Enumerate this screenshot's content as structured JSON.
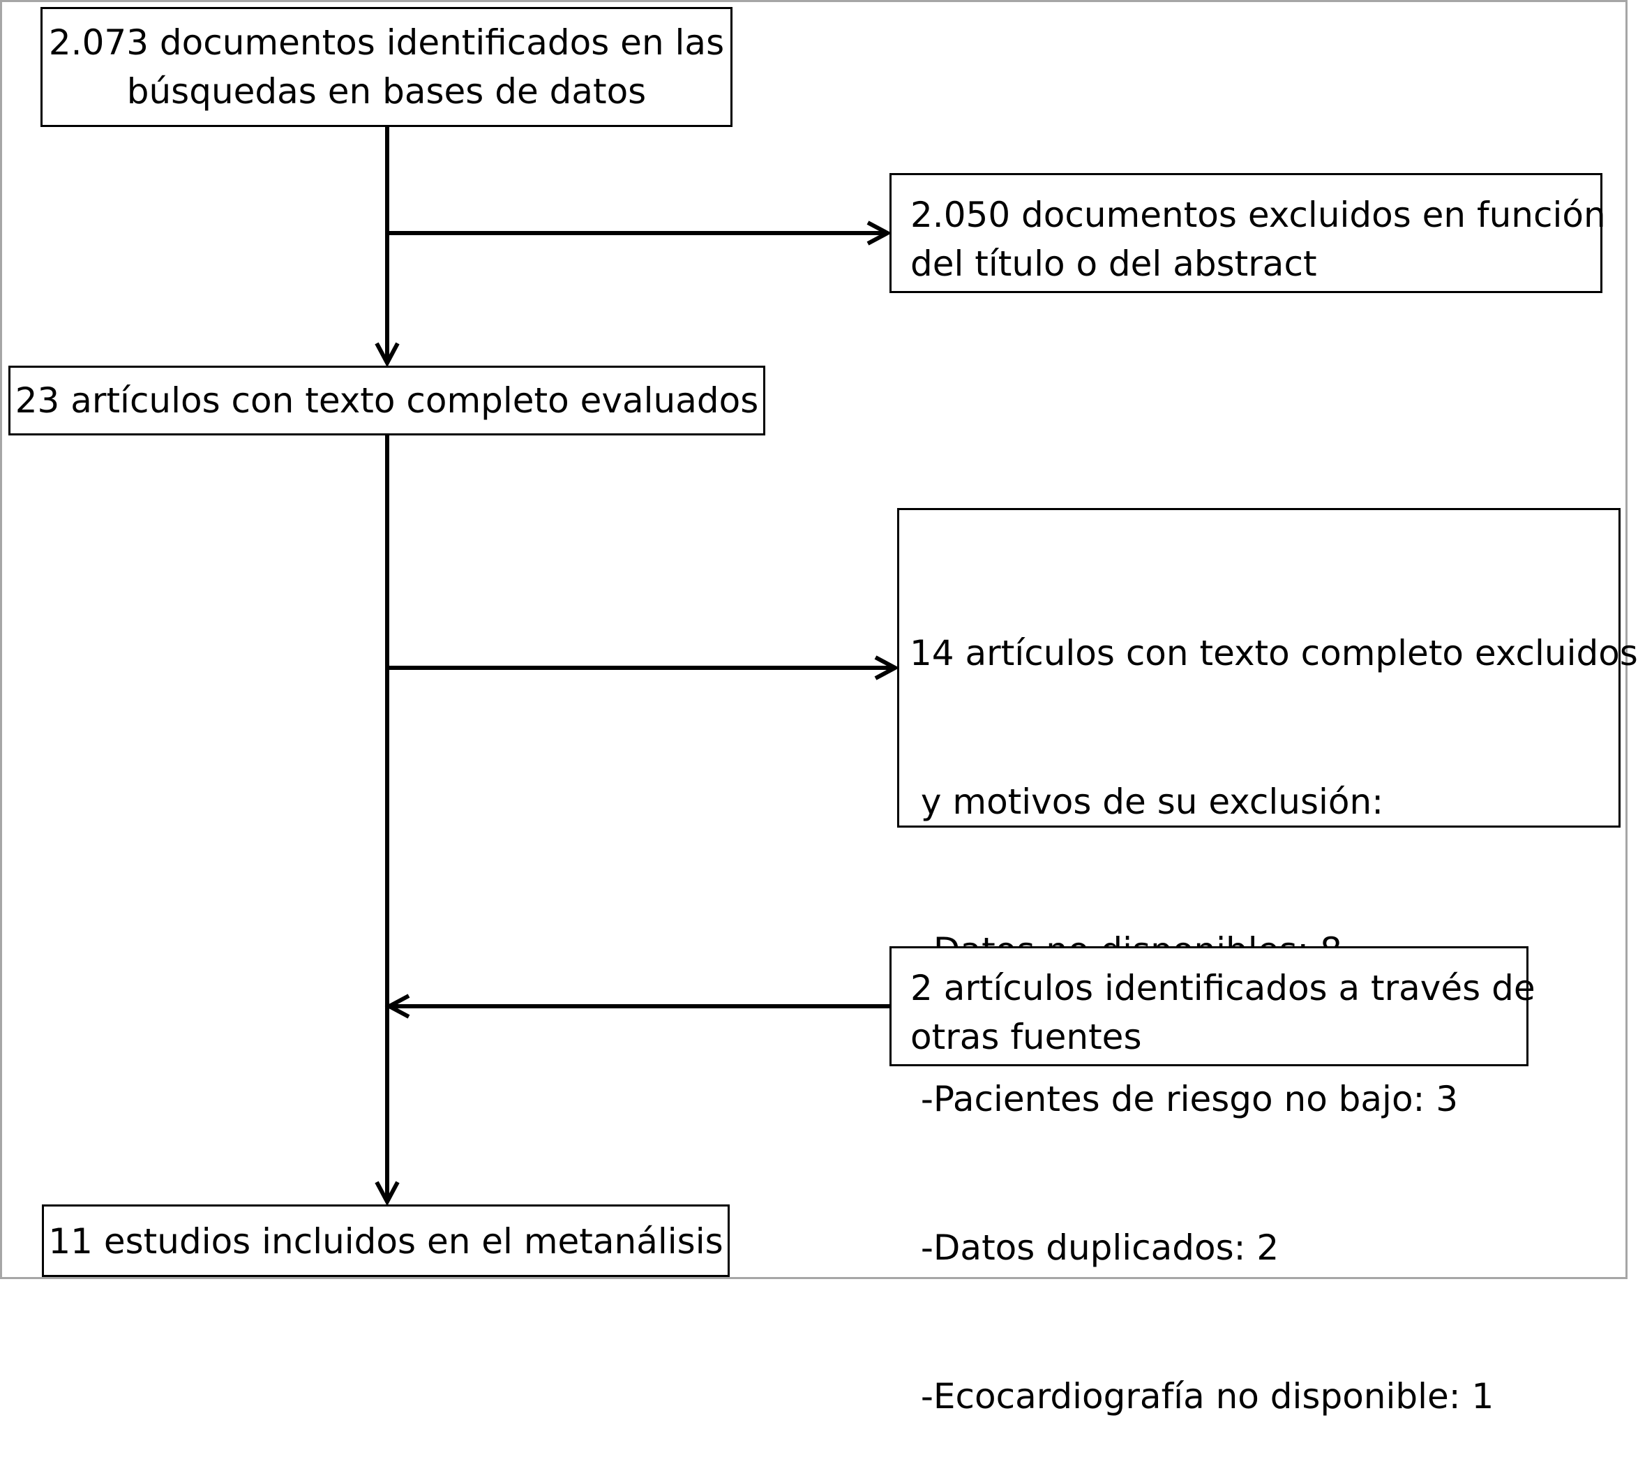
{
  "flowchart": {
    "identified": {
      "lines": [
        "2.073 documentos identificados en las",
        "búsquedas en bases de datos"
      ]
    },
    "excluded_title": {
      "lines": [
        "2.050 documentos excluidos en función",
        "del título o del abstract"
      ]
    },
    "fulltext_assessed": {
      "lines": [
        "23 artículos con texto completo evaluados"
      ]
    },
    "excluded_fulltext": {
      "lines": [
        "14 artículos con texto completo excluidos",
        " y motivos de su exclusión:",
        " -Datos no disponibles: 8",
        " -Pacientes de riesgo no bajo: 3",
        " -Datos duplicados: 2",
        " -Ecocardiografía no disponible: 1"
      ]
    },
    "other_sources": {
      "lines": [
        "2 artículos identificados a través de",
        "otras fuentes"
      ]
    },
    "included": {
      "lines": [
        "11 estudios incluidos en el metanálisis"
      ]
    }
  }
}
